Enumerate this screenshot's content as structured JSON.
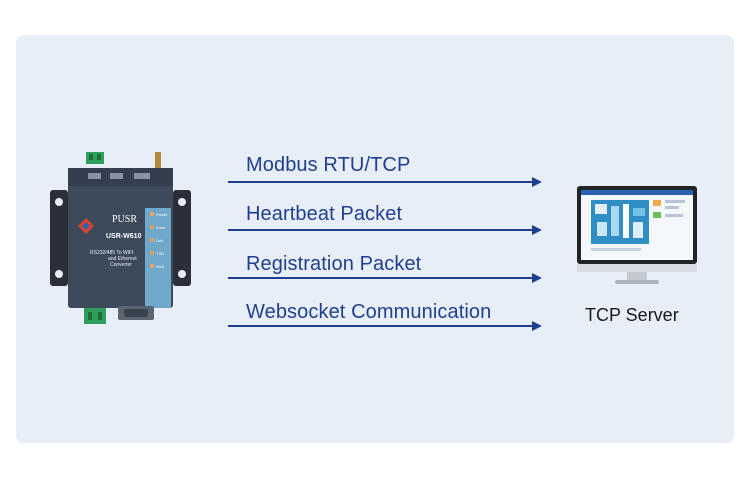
{
  "device": {
    "brand": "PUSR",
    "model": "USR-W610",
    "description_line1": "RS232/485 To WIFI",
    "description_line2": "and Ethernet",
    "description_line3": "Converter",
    "leds": [
      "Power",
      "Work",
      "Link",
      "TXD",
      "RXD"
    ]
  },
  "flows": [
    {
      "label": "Modbus RTU/TCP"
    },
    {
      "label": "Heartbeat Packet"
    },
    {
      "label": "Registration Packet"
    },
    {
      "label": "Websocket Communication"
    }
  ],
  "server": {
    "label": "TCP Server"
  },
  "colors": {
    "panel": "#e8eef8",
    "arrow": "#1f3f8f",
    "device_body": "#3c4a5c",
    "device_stripe": "#6fa8c8",
    "terminal": "#2e9e5a"
  }
}
